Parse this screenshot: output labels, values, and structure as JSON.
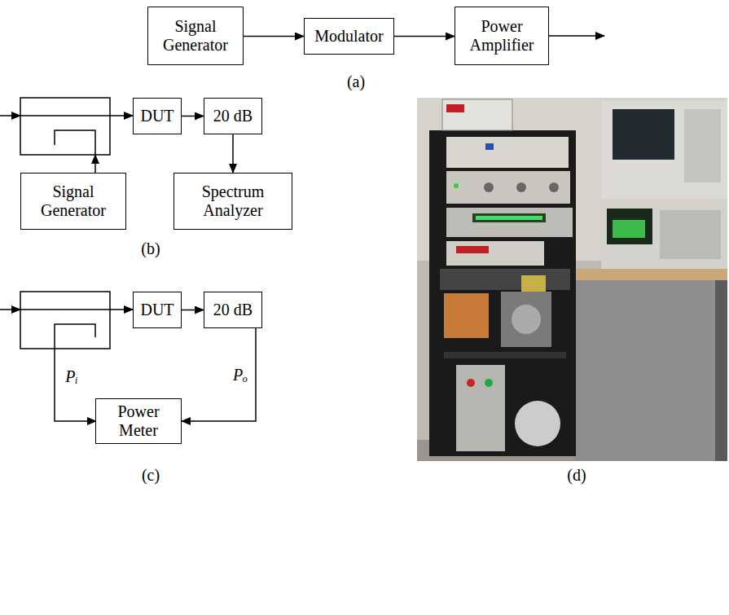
{
  "diagram": {
    "nodes": [
      {
        "text": [
          "Signal Generator"
        ]
      },
      {
        "text": [
          "Modulator"
        ]
      },
      {
        "text": [
          "Power Amplifier"
        ]
      },
      {
        "text": [
          "Signal Generator"
        ]
      },
      {
        "text": [
          "DUT"
        ]
      },
      {
        "text": [
          "20 dB"
        ]
      },
      {
        "text": [
          "Spectrum Analyzer"
        ]
      },
      {
        "text": [
          "DUT"
        ]
      },
      {
        "text": [
          "20 dB"
        ]
      },
      {
        "text": [
          "Power Meter"
        ]
      }
    ],
    "edges": [
      {
        "from": 0,
        "to": 1,
        "arrow": "to"
      },
      {
        "from": 1,
        "to": 2,
        "arrow": "to"
      },
      {
        "from": 4,
        "to": 5,
        "arrow": "to"
      },
      {
        "from": 5,
        "to": 6,
        "arrow": "to"
      },
      {
        "from": 7,
        "to": 8,
        "arrow": "to"
      },
      {
        "from": 8,
        "to": 9,
        "label": "Pₒ",
        "arrow": "to"
      }
    ],
    "labels": [
      "(a)",
      "(b)",
      "(c)",
      "(d)",
      "Pᵢ"
    ]
  }
}
